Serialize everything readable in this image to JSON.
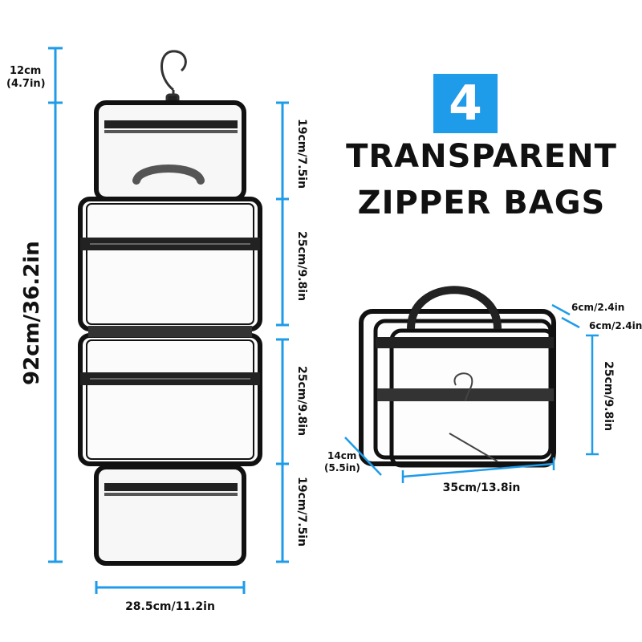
{
  "headline": {
    "badge_number": "4",
    "line1": "TRANSPARENT",
    "line2": "ZIPPER  BAGS"
  },
  "dimensions": {
    "hook_height": "12cm",
    "hook_height_in": "(4.7in)",
    "total_length": "92cm/36.2in",
    "pouch1": "19cm/7.5in",
    "pouch2": "25cm/9.8in",
    "pouch3": "25cm/9.8in",
    "pouch4": "19cm/7.5in",
    "width": "28.5cm/11.2in",
    "stacked_gap1": "6cm/2.4in",
    "stacked_gap2": "6cm/2.4in",
    "stacked_height": "25cm/9.8in",
    "stacked_depth": "14cm",
    "stacked_depth_in": "(5.5in)",
    "stacked_width": "35cm/13.8in"
  },
  "colors": {
    "accent_blue": "#1e9be9",
    "dimension_line": "#1e9be9",
    "bag_trim": "#111111",
    "handle_gray": "#555555"
  }
}
